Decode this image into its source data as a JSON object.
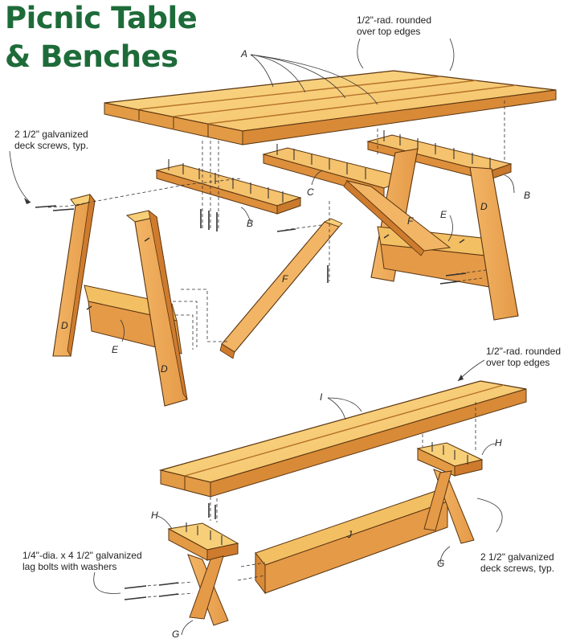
{
  "title": {
    "line1": "Picnic Table",
    "line2": "& Benches"
  },
  "notes": {
    "table_top_round": [
      "1/2\"-rad. rounded",
      "over top edges"
    ],
    "table_screws": [
      "2 1/2\" galvanized",
      "deck screws, typ."
    ],
    "bench_top_round": [
      "1/2\"-rad. rounded",
      "over top edges"
    ],
    "lag_bolts": [
      "1/4\"-dia. x 4 1/2\" galvanized",
      "lag bolts with washers"
    ],
    "bench_screws": [
      "2 1/2\" galvanized",
      "deck screws, typ."
    ]
  },
  "part_labels": {
    "A": "A",
    "B": "B",
    "C": "C",
    "D": "D",
    "E": "E",
    "F": "F",
    "G": "G",
    "H": "H",
    "I": "I",
    "J": "J"
  },
  "colors": {
    "title": "#1e6b3a",
    "wood_light": "#f7cf78",
    "wood_mid": "#eea955",
    "wood_dark": "#cf7b2e",
    "outline": "#5a3510"
  }
}
